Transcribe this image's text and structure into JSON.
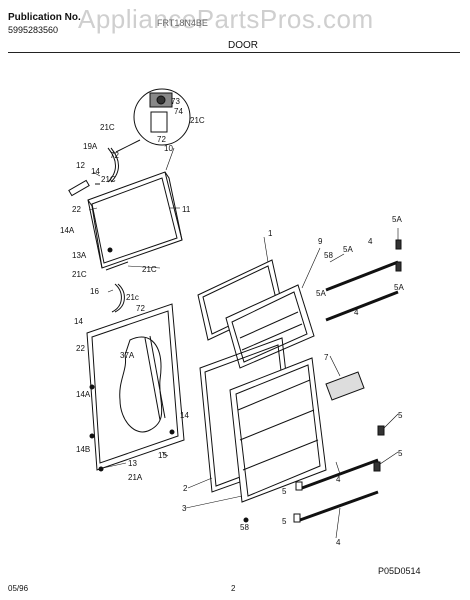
{
  "header": {
    "publication_label": "Publication No.",
    "publication_number": "5995283560",
    "model_text": "FRT18N4BE",
    "section": "DOOR"
  },
  "watermark": "AppliancePartsPros.com",
  "callouts": {
    "c73": "73",
    "c74": "74",
    "c72a": "72",
    "c21c_a": "21C",
    "c21c_b": "21C",
    "c19a": "19A",
    "c72b": "72",
    "c10": "10",
    "c12": "12",
    "c14a": "14",
    "c21c_c": "21C",
    "c11": "11",
    "c22a": "22",
    "c14A_a": "14A",
    "c13a": "13A",
    "c21c_d": "21C",
    "c21c_e": "21C",
    "c16": "16",
    "c21c_f": "21c",
    "c72c": "72",
    "c14b": "14",
    "c22b": "22",
    "c37a": "37A",
    "c14A_b": "14A",
    "c14B": "14B",
    "c14c": "14",
    "c15": "15",
    "c13b": "13",
    "c21a": "21A",
    "c1": "1",
    "c9": "9",
    "c58a": "58",
    "c5A_a": "5A",
    "c5A_b": "5A",
    "c4a": "4",
    "c5A_c": "5A",
    "c5A_d": "5A",
    "c4b": "4",
    "c7": "7",
    "c5a": "5",
    "c2": "2",
    "c3": "3",
    "c4c": "4",
    "c5b": "5",
    "c5c": "5",
    "c4d": "4",
    "c58b": "58",
    "c5d": "5"
  },
  "figure_code": "P05D0514",
  "footer": {
    "date": "05/96",
    "page": "2"
  }
}
